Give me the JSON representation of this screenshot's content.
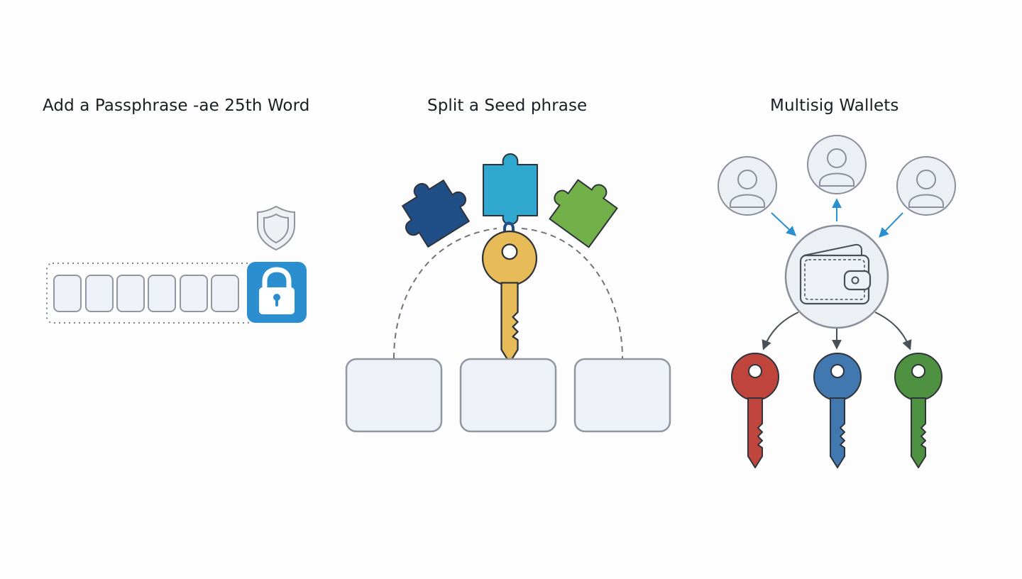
{
  "panels": {
    "passphrase": {
      "title": "Add a Passphrase -ae 25th Word",
      "word_slot_count": 6,
      "icons": [
        "shield-icon",
        "padlock-icon"
      ],
      "colors": {
        "lock": "#2b8fcf",
        "slot_fill": "#eef1f7",
        "slot_stroke": "#9097a1"
      }
    },
    "split": {
      "title": "Split a Seed phrase",
      "share_count": 3,
      "icons": [
        "puzzle-piece-icon",
        "key-icon"
      ],
      "colors": {
        "piece_1": "#1f4f86",
        "piece_2": "#2fa7cf",
        "piece_3": "#72b04a",
        "key": "#e6bb58"
      }
    },
    "multisig": {
      "title": "Multisig Wallets",
      "cosigner_count": 3,
      "key_count": 3,
      "icons": [
        "user-icon",
        "wallet-icon",
        "key-icon"
      ],
      "colors": {
        "key_1": "#c0463d",
        "key_2": "#4178b0",
        "key_3": "#4e9140",
        "arrow": "#2b8fcf"
      }
    }
  }
}
